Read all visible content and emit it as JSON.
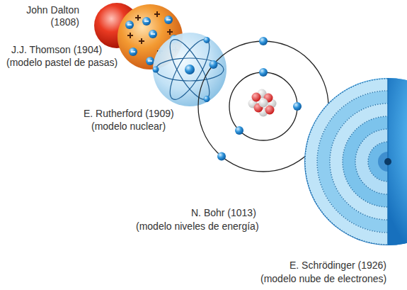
{
  "diagram": {
    "labels": [
      "John Dalton (1808)",
      "J.J. Thomson (1904)",
      "(modelo pastel de pasas)",
      "E. Rutherford (1909)",
      "(modelo nuclear)",
      "N. Bohr (1013)",
      "(modelo niveles de energía)",
      "E. Schrödinger (1926)",
      "(modelo nube de electrones)"
    ]
  }
}
